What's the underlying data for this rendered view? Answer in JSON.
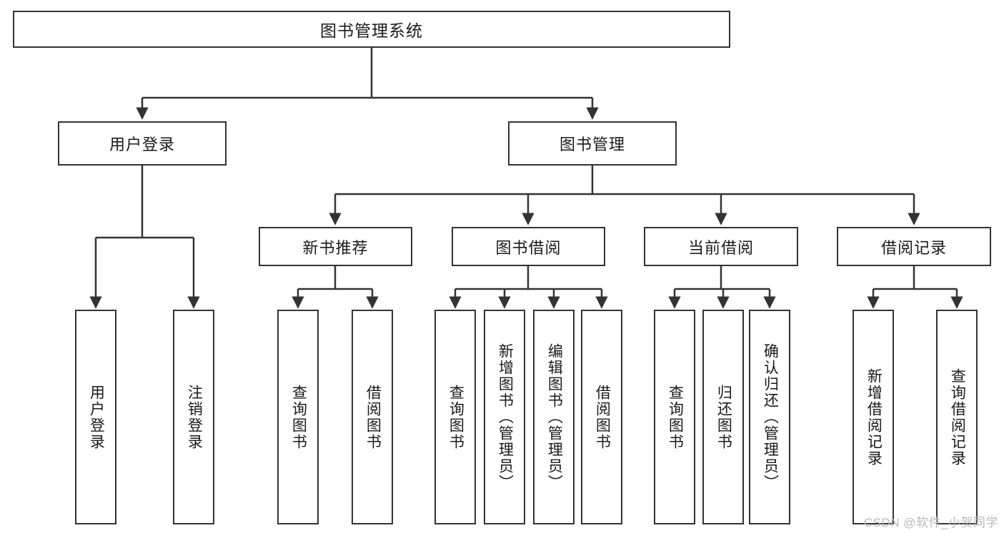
{
  "diagram": {
    "title": "图书管理系统",
    "type": "tree-hierarchy",
    "colors": {
      "stroke": "#333333",
      "fill": "#ffffff",
      "text": "#1a1a1a",
      "watermark": "#b9b9b9"
    },
    "levels": {
      "root": {
        "label": "图书管理系统"
      },
      "level2": [
        {
          "label": "用户登录"
        },
        {
          "label": "图书管理"
        }
      ],
      "level3": [
        {
          "label": "新书推荐"
        },
        {
          "label": "图书借阅"
        },
        {
          "label": "当前借阅"
        },
        {
          "label": "借阅记录"
        }
      ],
      "leaves": {
        "user_login": [
          {
            "label": "用户登录"
          },
          {
            "label": "注销登录"
          }
        ],
        "new_book_recommend": [
          {
            "label": "查询图书"
          },
          {
            "label": "借阅图书"
          }
        ],
        "book_borrow": [
          {
            "label": "查询图书"
          },
          {
            "label": "新增图书（管理员）"
          },
          {
            "label": "编辑图书（管理员）"
          },
          {
            "label": "借阅图书"
          }
        ],
        "current_borrow": [
          {
            "label": "查询图书"
          },
          {
            "label": "归还图书"
          },
          {
            "label": "确认归还（管理员）"
          }
        ],
        "borrow_record": [
          {
            "label": "新增借阅记录"
          },
          {
            "label": "查询借阅记录"
          }
        ]
      }
    },
    "watermark": "CSDN @软件_小贺同学"
  }
}
